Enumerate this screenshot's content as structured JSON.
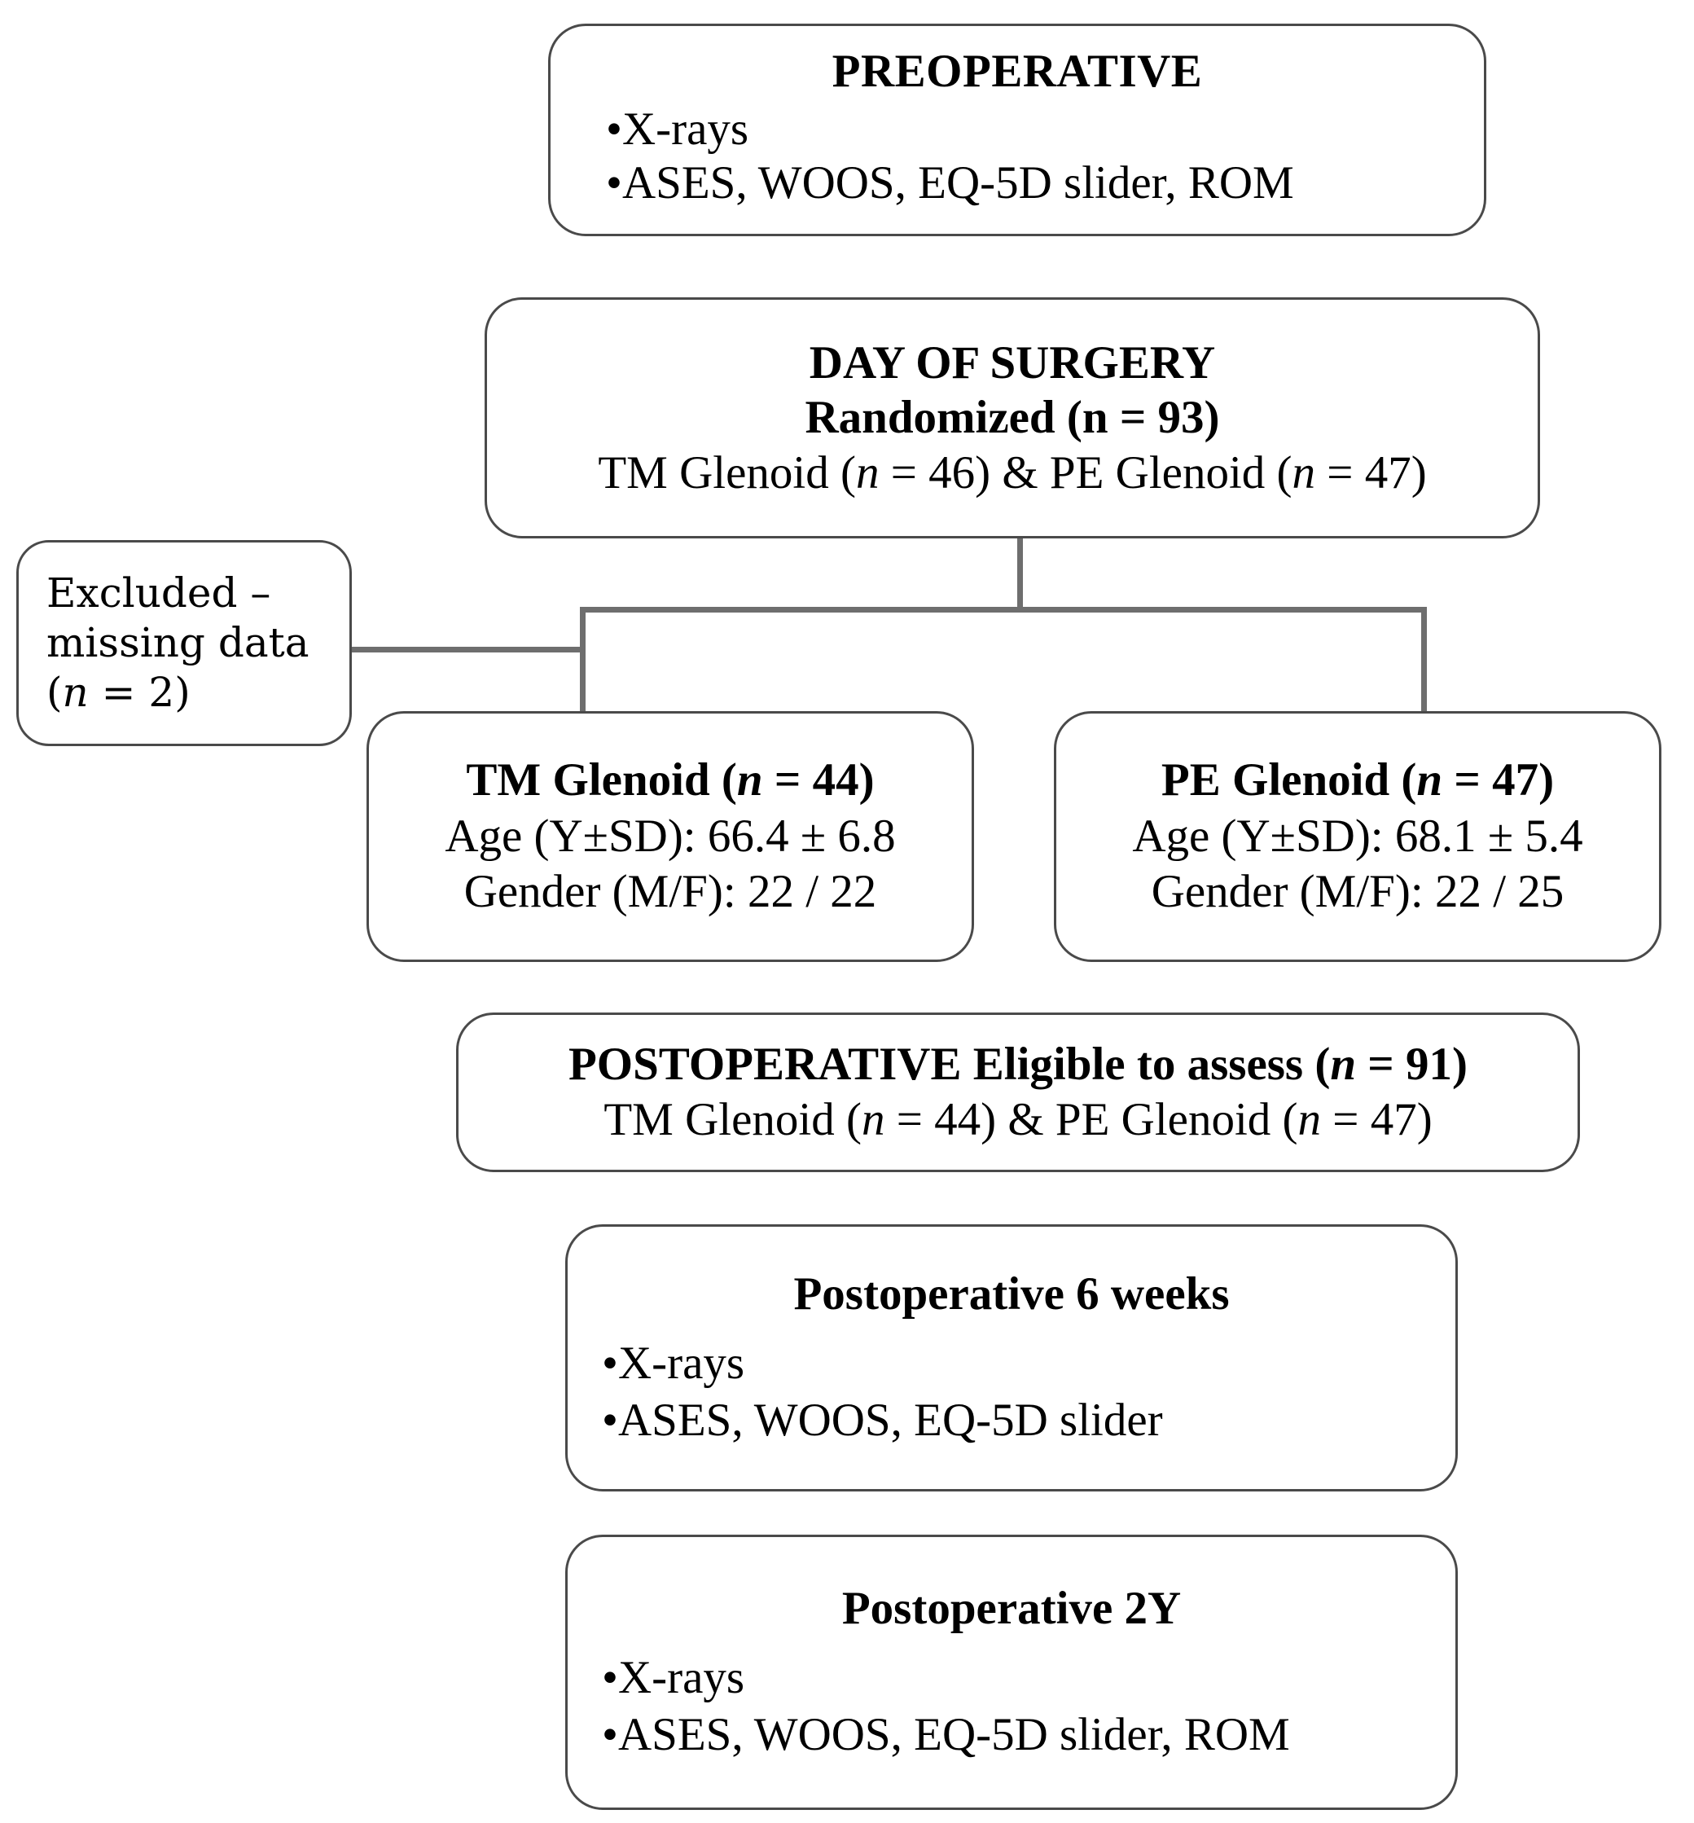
{
  "diagram": {
    "type": "study-flow-diagram",
    "stroke_color": "#4a4a4a",
    "connector_color": "#6e6e6e",
    "background_color": "#ffffff"
  },
  "preoperative": {
    "title": "PREOPERATIVE",
    "bullets": [
      "•X-rays",
      "•ASES, WOOS, EQ-5D slider, ROM"
    ]
  },
  "day_of_surgery": {
    "title": "DAY OF SURGERY",
    "randomized": "Randomized (n = 93)",
    "allocation_prefix": "TM Glenoid (",
    "allocation_n1_italic": "n",
    "allocation_mid": " = 46) & PE Glenoid (",
    "allocation_n2_italic": "n",
    "allocation_suffix": " = 47)"
  },
  "excluded": {
    "line1": "Excluded –",
    "line2": "missing data",
    "line3_prefix": "(",
    "line3_italic": "n",
    "line3_suffix": " = 2)"
  },
  "groups": [
    {
      "id": "tm-glenoid",
      "title_prefix": "TM Glenoid (",
      "title_italic": "n",
      "title_suffix": " = 44)",
      "age_label": "Age (Y±SD): ",
      "age_value": "66.4 ± 6.8",
      "gender_label": "Gender (M/F): ",
      "gender_value": "22 / 22"
    },
    {
      "id": "pe-glenoid",
      "title_prefix": "PE Glenoid (",
      "title_italic": "n",
      "title_suffix": " = 47)",
      "age_label": "Age (Y±SD): ",
      "age_value": "68.1 ± 5.4",
      "gender_label": "Gender (M/F): ",
      "gender_value": "22 / 25"
    }
  ],
  "postop_eligible": {
    "title_prefix": "POSTOPERATIVE Eligible to assess (",
    "title_italic": "n",
    "title_suffix": " = 91)",
    "detail_prefix": "TM Glenoid (",
    "detail_n1_italic": "n",
    "detail_mid": " = 44) & PE Glenoid (",
    "detail_n2_italic": "n",
    "detail_suffix": " = 47)"
  },
  "followups": [
    {
      "id": "postop-6weeks",
      "title": "Postoperative 6 weeks",
      "bullets": [
        "•X-rays",
        "•ASES, WOOS, EQ-5D slider"
      ]
    },
    {
      "id": "postop-2y",
      "title": "Postoperative 2Y",
      "bullets": [
        "•X-rays",
        "•ASES, WOOS, EQ-5D slider, ROM"
      ]
    }
  ]
}
